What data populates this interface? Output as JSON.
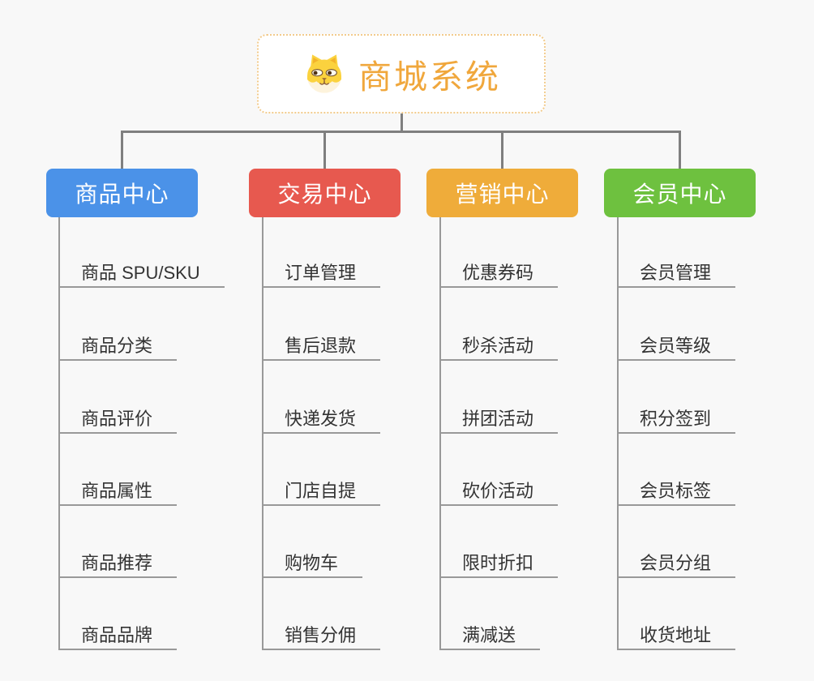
{
  "canvas": {
    "background": "#F8F8F8"
  },
  "root": {
    "title": "商城系统",
    "icon": "dog-face-icon",
    "text_color": "#F0A73C",
    "border_color": "#F2CB8C"
  },
  "lines": {
    "tree_connector_color": "#7F7F7F",
    "leaf_line_color": "#999999"
  },
  "leaf_text_color": "#333333",
  "branches": [
    {
      "id": "product-center",
      "label": "商品中心",
      "color": "#4B92E8",
      "items": [
        "商品 SPU/SKU",
        "商品分类",
        "商品评价",
        "商品属性",
        "商品推荐",
        "商品品牌"
      ]
    },
    {
      "id": "trade-center",
      "label": "交易中心",
      "color": "#E7594F",
      "items": [
        "订单管理",
        "售后退款",
        "快递发货",
        "门店自提",
        "购物车",
        "销售分佣"
      ]
    },
    {
      "id": "marketing-center",
      "label": "营销中心",
      "color": "#EFAC3A",
      "items": [
        "优惠券码",
        "秒杀活动",
        "拼团活动",
        "砍价活动",
        "限时折扣",
        "满减送"
      ]
    },
    {
      "id": "member-center",
      "label": "会员中心",
      "color": "#6EC13F",
      "items": [
        "会员管理",
        "会员等级",
        "积分签到",
        "会员标签",
        "会员分组",
        "收货地址"
      ]
    }
  ]
}
